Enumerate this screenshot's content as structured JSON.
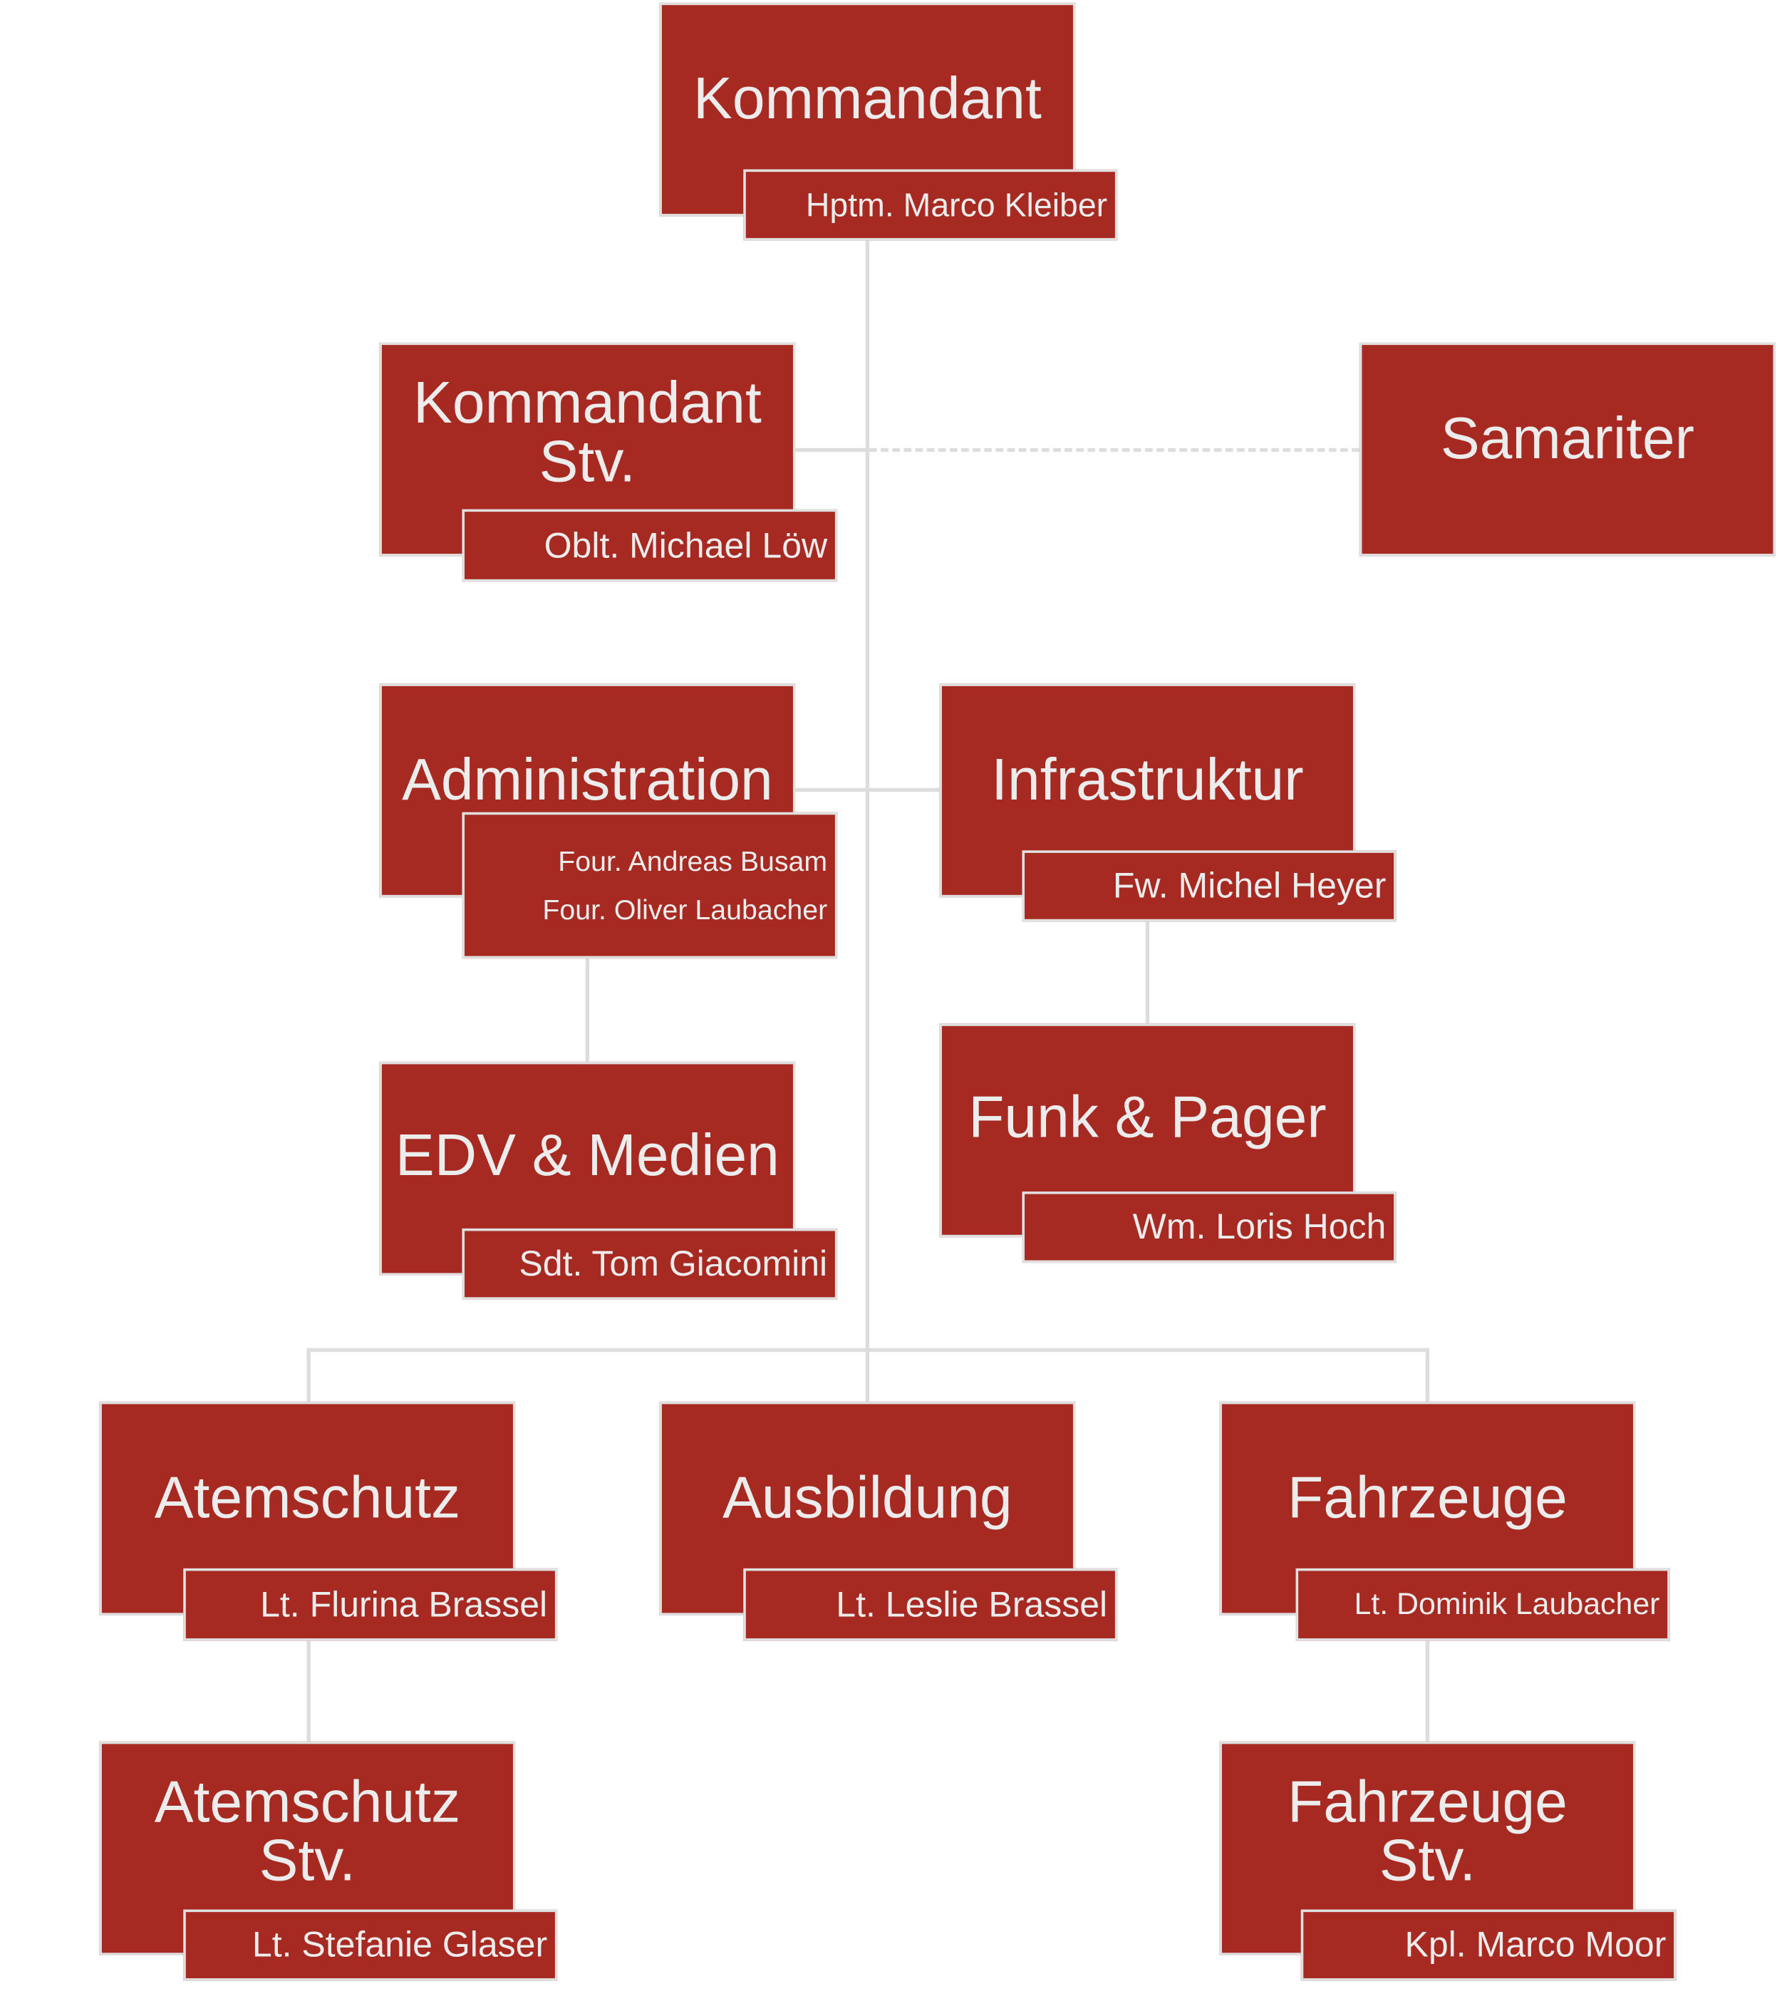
{
  "colors": {
    "box": "#a62a21",
    "border": "#e0e0e0",
    "line": "#dddddd",
    "text": "#ececec"
  },
  "units": [
    {
      "id": "kommandant",
      "title": [
        "Kommandant"
      ],
      "names": [
        "Hptm. Marco Kleiber"
      ]
    },
    {
      "id": "kommandant-stv",
      "title": [
        "Kommandant",
        "Stv."
      ],
      "names": [
        "Oblt. Michael Löw"
      ]
    },
    {
      "id": "samariter",
      "title": [
        "Samariter"
      ],
      "names": []
    },
    {
      "id": "administration",
      "title": [
        "Administration"
      ],
      "names": [
        "Four. Andreas Busam",
        "Four. Oliver Laubacher"
      ]
    },
    {
      "id": "infrastruktur",
      "title": [
        "Infrastruktur"
      ],
      "names": [
        "Fw. Michel Heyer"
      ]
    },
    {
      "id": "edv-medien",
      "title": [
        "EDV & Medien"
      ],
      "names": [
        "Sdt. Tom Giacomini"
      ]
    },
    {
      "id": "funk-pager",
      "title": [
        "Funk & Pager"
      ],
      "names": [
        "Wm. Loris Hoch"
      ]
    },
    {
      "id": "atemschutz",
      "title": [
        "Atemschutz"
      ],
      "names": [
        "Lt. Flurina Brassel"
      ]
    },
    {
      "id": "ausbildung",
      "title": [
        "Ausbildung"
      ],
      "names": [
        "Lt. Leslie Brassel"
      ]
    },
    {
      "id": "fahrzeuge",
      "title": [
        "Fahrzeuge"
      ],
      "names": [
        "Lt. Dominik Laubacher"
      ]
    },
    {
      "id": "atemschutz-stv",
      "title": [
        "Atemschutz",
        "Stv."
      ],
      "names": [
        "Lt. Stefanie Glaser"
      ]
    },
    {
      "id": "fahrzeuge-stv",
      "title": [
        "Fahrzeuge",
        "Stv."
      ],
      "names": [
        "Kpl. Marco Moor"
      ]
    }
  ]
}
